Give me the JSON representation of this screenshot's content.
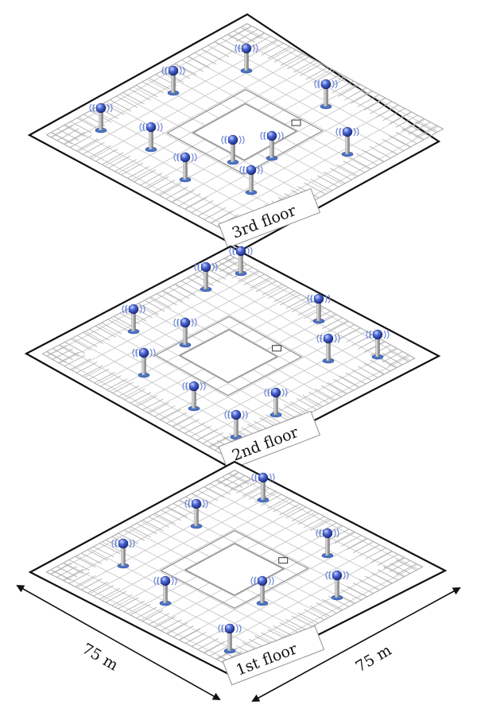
{
  "floors": [
    {
      "label": "3rd floor",
      "access_points": 10
    },
    {
      "label": "2nd floor",
      "access_points": 11
    },
    {
      "label": "1st floor",
      "access_points": 8
    }
  ],
  "dimensions": {
    "left_label": "75 m",
    "right_label": "75 m"
  },
  "colors": {
    "outline": "#111111",
    "grid": "#c9c9c9",
    "room": "#a8a8a8",
    "antenna_head": "#3b57c4",
    "antenna_pole": "#9a9a9a",
    "antenna_base": "#4a73c9",
    "signal_waves": "#6f86d6"
  },
  "icons": {
    "access_point": "wireless-antenna-icon",
    "dimension": "double-arrow-icon"
  }
}
